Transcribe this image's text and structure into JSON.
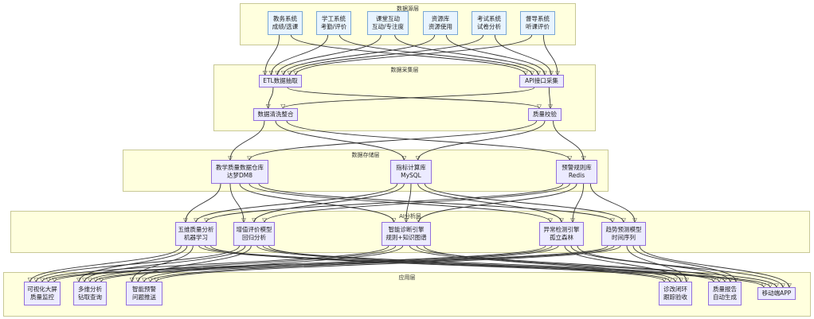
{
  "layers": {
    "source": "数据源层",
    "collect": "数据采集层",
    "storage": "数据存储层",
    "ai": "AI分析层",
    "app": "应用层"
  },
  "nodes": {
    "s1": [
      "教务系统",
      "成绩/选课"
    ],
    "s2": [
      "学工系统",
      "考勤/评价"
    ],
    "s3": [
      "课堂互动",
      "互动/专注度"
    ],
    "s4": [
      "资源库",
      "资源使用"
    ],
    "s5": [
      "考试系统",
      "试卷分析"
    ],
    "s6": [
      "督导系统",
      "听课评价"
    ],
    "etl": [
      "ETL数据抽取"
    ],
    "api": [
      "API接口采集"
    ],
    "clean": [
      "数据清洗整合"
    ],
    "check": [
      "质量校验"
    ],
    "dw": [
      "教学质量数据仓库",
      "达梦DM8"
    ],
    "idx": [
      "指标计算库",
      "MySQL"
    ],
    "warn": [
      "预警规则库",
      "Redis"
    ],
    "five": [
      "五维质量分析",
      "机器学习"
    ],
    "value": [
      "增值评价模型",
      "回归分析"
    ],
    "diag": [
      "智能诊断引擎",
      "规则+知识图谱"
    ],
    "anom": [
      "异常检测引擎",
      "孤立森林"
    ],
    "trend": [
      "趋势预测模型",
      "时间序列"
    ],
    "a1": [
      "可视化大屏",
      "质量监控"
    ],
    "a2": [
      "多维分析",
      "钻取查询"
    ],
    "a3": [
      "智能预警",
      "问题推送"
    ],
    "a4": [
      "诊改闭环",
      "跟踪验收"
    ],
    "a5": [
      "质量报告",
      "自动生成"
    ],
    "a6": [
      "移动端APP"
    ]
  }
}
